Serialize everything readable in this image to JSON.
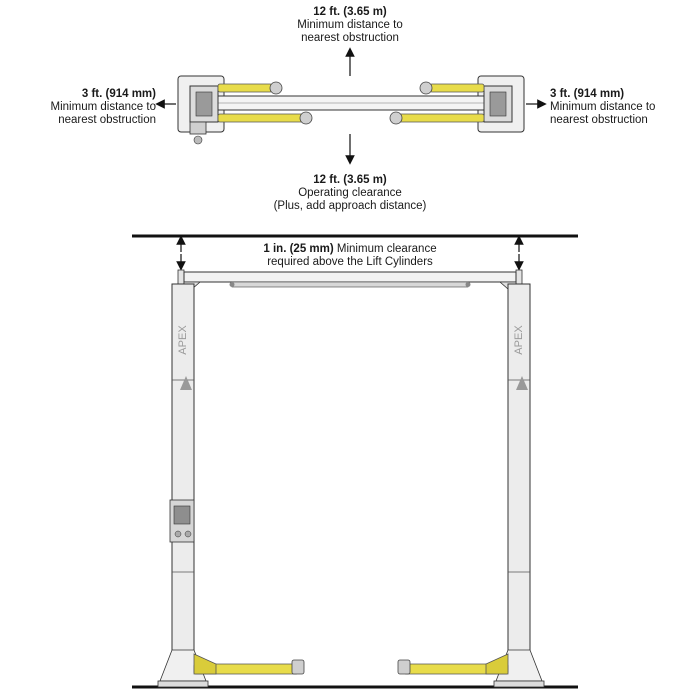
{
  "labels": {
    "top": {
      "measure": "12 ft. (3.65 m)",
      "line1": "Minimum distance to",
      "line2": "nearest obstruction"
    },
    "left": {
      "measure": "3 ft. (914 mm)",
      "line1": "Minimum distance to",
      "line2": "nearest obstruction"
    },
    "right": {
      "measure": "3 ft. (914 mm)",
      "line1": "Minimum distance to",
      "line2": "nearest obstruction"
    },
    "bottom": {
      "measure": "12 ft. (3.65 m)",
      "line1": "Operating clearance",
      "line2": "(Plus, add approach distance)"
    },
    "cylinder": {
      "measure": "1 in. (25 mm)",
      "line1": " Minimum clearance",
      "line2": "required above the Lift Cylinders"
    }
  },
  "brand": {
    "logo_text": "APEX"
  },
  "colors": {
    "arm_yellow": "#e8dc4a",
    "column_gray": "#ececec",
    "outline": "#333333"
  }
}
